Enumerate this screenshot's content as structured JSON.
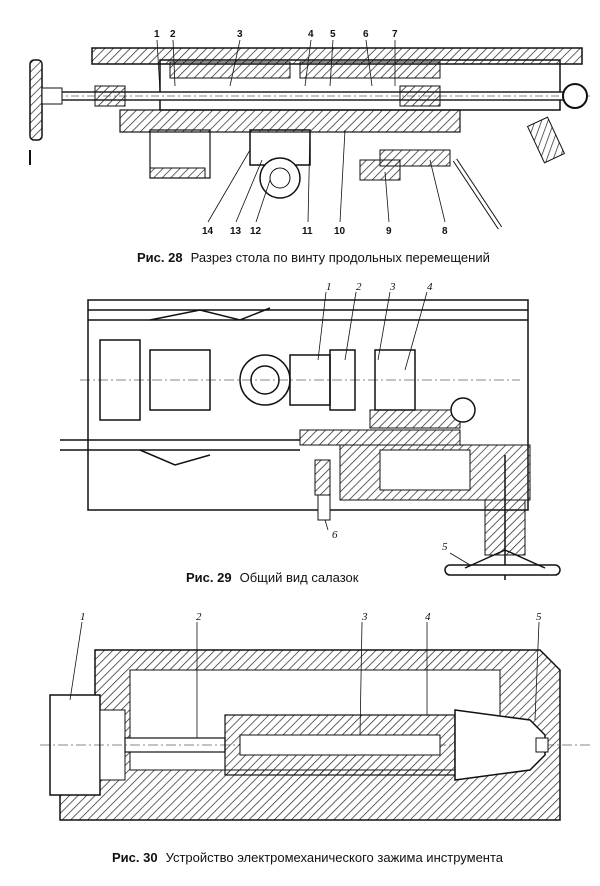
{
  "figures": [
    {
      "number": "Рис. 28",
      "title": "Разрез стола по винту продольных перемещений",
      "callouts": [
        "1",
        "2",
        "3",
        "4",
        "5",
        "6",
        "7",
        "8",
        "9",
        "10",
        "11",
        "12",
        "13",
        "14"
      ]
    },
    {
      "number": "Рис. 29",
      "title": "Общий вид салазок",
      "callouts": [
        "1",
        "2",
        "3",
        "4",
        "5",
        "6"
      ]
    },
    {
      "number": "Рис. 30",
      "title": "Устройство электромеханического зажима инструмента",
      "callouts": [
        "1",
        "2",
        "3",
        "4",
        "5"
      ]
    }
  ]
}
